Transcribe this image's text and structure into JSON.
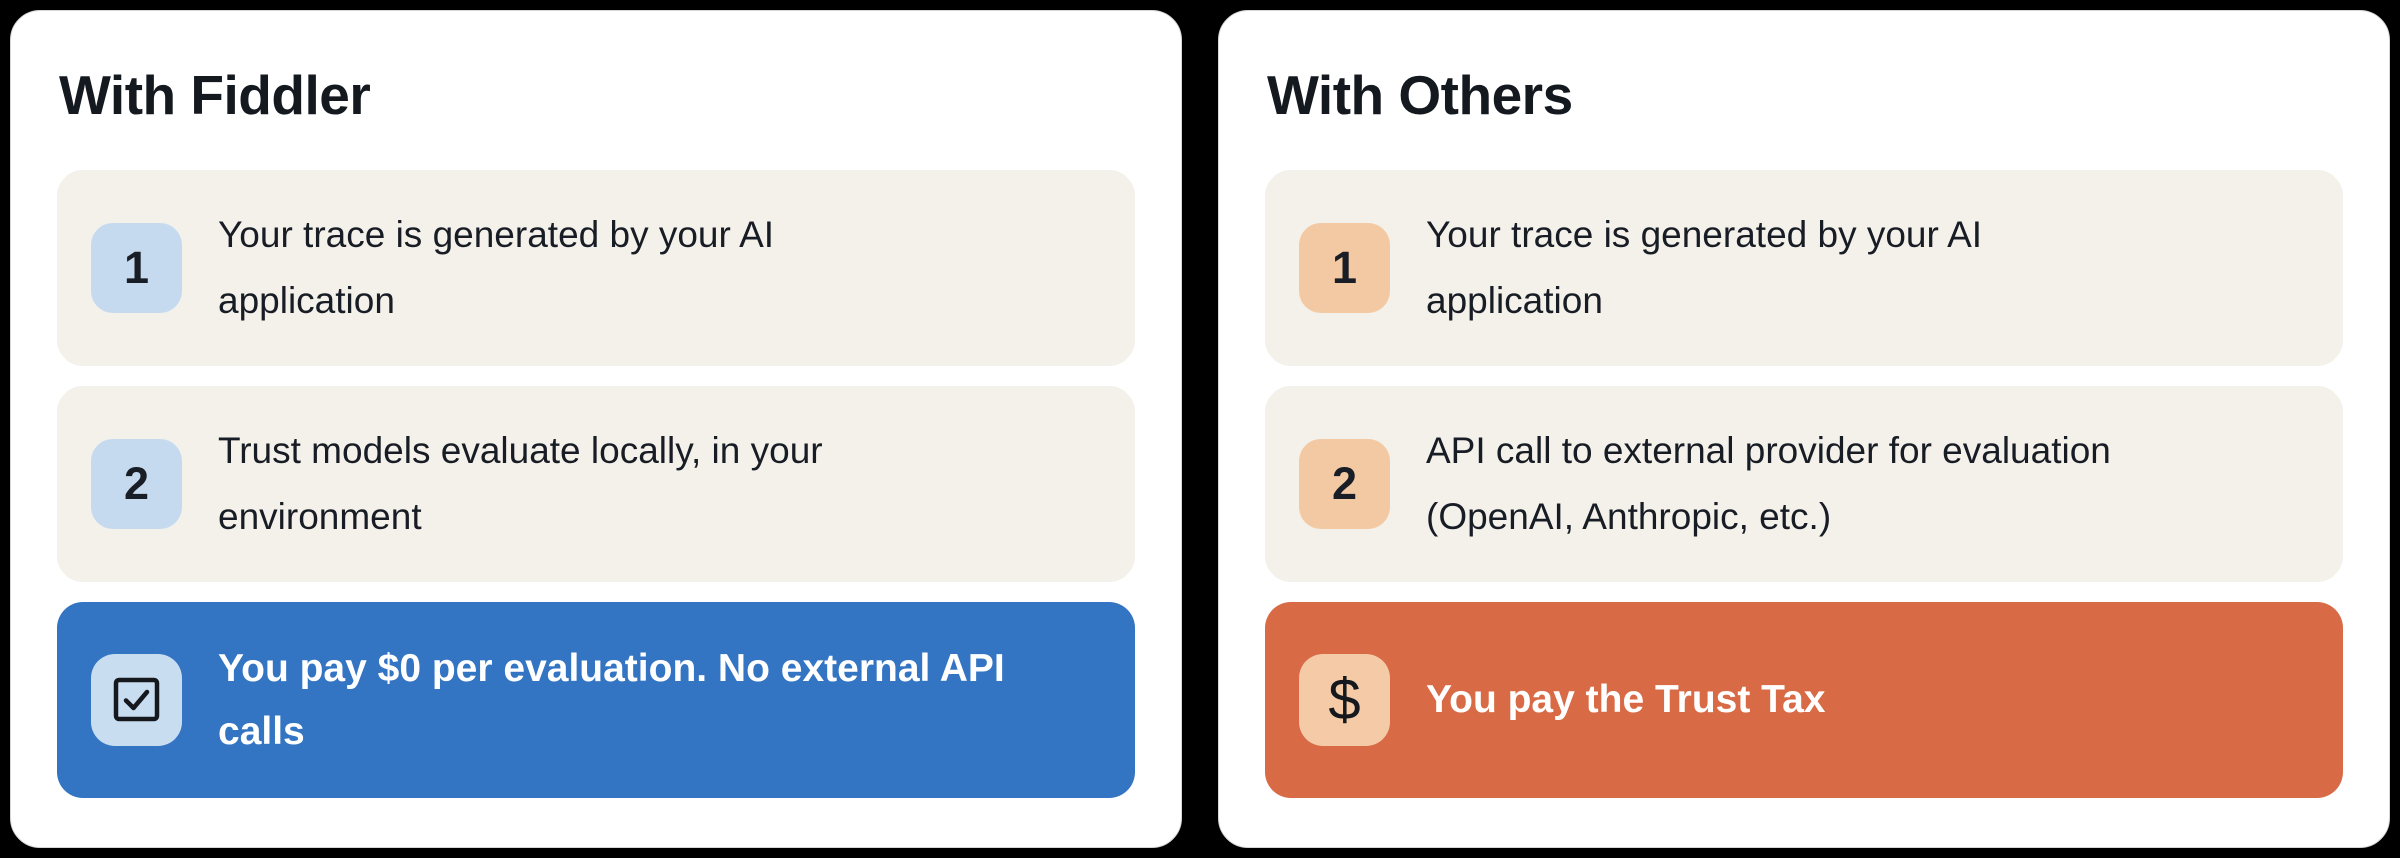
{
  "page": {
    "background": "#000000",
    "card_background": "#ffffff",
    "step_row_background": "#f4f1ea",
    "text_color": "#181d25"
  },
  "cards": [
    {
      "title": "With Fiddler",
      "accent": {
        "badge_background": "#c6daef",
        "banner_background": "#3374c3",
        "icon_tile_background": "#c9ddf0"
      },
      "steps": [
        {
          "number": "1",
          "text": "Your trace is generated by your AI\napplication"
        },
        {
          "number": "2",
          "text": "Trust models evaluate locally, in your\nenvironment"
        }
      ],
      "banner": {
        "icon": "checkbox-checked-icon",
        "text": "You pay $0 per evaluation. No external API\ncalls"
      }
    },
    {
      "title": "With Others",
      "accent": {
        "badge_background": "#f3c9a4",
        "banner_background": "#d86a45",
        "icon_tile_background": "#f4cba6"
      },
      "steps": [
        {
          "number": "1",
          "text": "Your trace is generated by your AI\napplication"
        },
        {
          "number": "2",
          "text": "API call to external provider for evaluation\n(OpenAI, Anthropic, etc.)"
        }
      ],
      "banner": {
        "icon": "dollar-icon",
        "symbol": "$",
        "text": "You pay the Trust Tax"
      }
    }
  ]
}
